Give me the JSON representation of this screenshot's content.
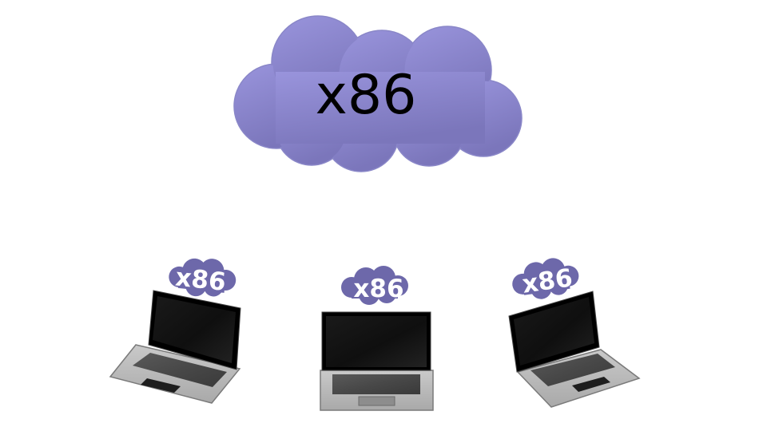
{
  "main_cloud": {
    "label": "x86",
    "color": "#8a85cc"
  },
  "devices": [
    {
      "label": "x86",
      "cloud_color": "#6d68aa"
    },
    {
      "label": "x86",
      "cloud_color": "#6d68aa"
    },
    {
      "label": "x86",
      "cloud_color": "#6d68aa"
    }
  ]
}
